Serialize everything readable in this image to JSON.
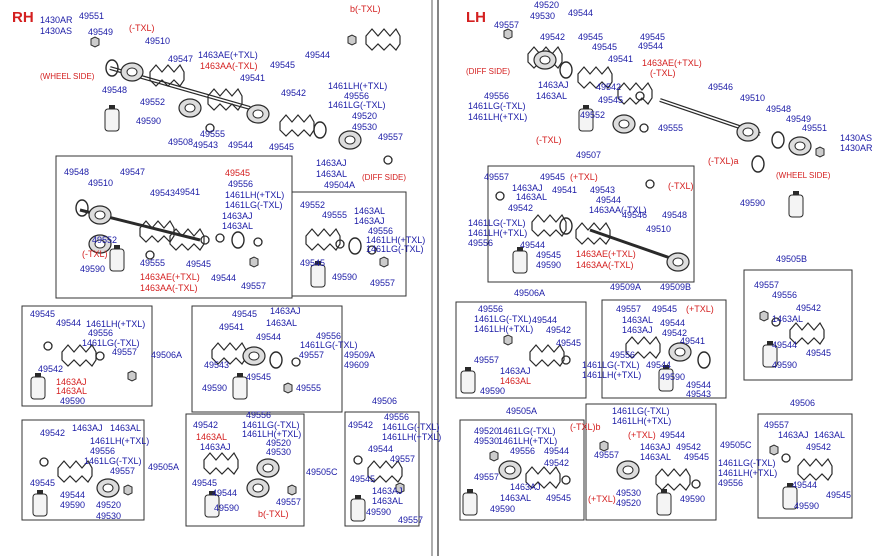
{
  "colors": {
    "blue": "#1a1aa6",
    "red": "#d42020",
    "line": "#333333",
    "part": "#2a2a2a",
    "bg": "#ffffff"
  },
  "icons": [
    "cv-joint-boot",
    "drive-shaft",
    "clamp-band",
    "grease-tube",
    "ring-seal",
    "snap-ring",
    "nut"
  ],
  "sides": {
    "rh": "RH",
    "lh": "LH"
  },
  "labels": {
    "a1": "(-TXL)",
    "a2": "b(-TXL)",
    "a3": "1430AR",
    "a4": "49551",
    "a5": "1430AS",
    "a6": "49549",
    "a7": "(WHEEL SIDE)",
    "a8": "49548",
    "a9": "49552",
    "a10": "49590",
    "a11": "49555",
    "a12": "49547",
    "a13": "1463AE(+TXL)",
    "a14": "1463AA(-TXL)",
    "a15": "49541",
    "a16": "49544",
    "a17": "49545",
    "a18": "49543",
    "a19": "49542",
    "a20": "1461LH(+TXL)",
    "a21": "1461LG(-TXL)",
    "a22": "49556",
    "a23": "49520",
    "a24": "49530",
    "a25": "49557",
    "a26": "1463AJ",
    "a27": "1463AL",
    "a28": "(DIFF SIDE)",
    "a29": "49504A",
    "a30": "49508",
    "a31": "49510",
    "b1": "49520",
    "b2": "49530",
    "b3": "49544",
    "b4": "49557",
    "b5": "49542",
    "b6": "49545",
    "b7": "49541",
    "b8": "(DIFF SIDE)",
    "b9": "1463AJ",
    "b10": "1463AL",
    "b11": "49556",
    "b12": "1461LG(-TXL)",
    "b13": "1461LH(+TXL)",
    "b14": "49552",
    "b15": "(-TXL)",
    "b16": "49546",
    "b17": "49510",
    "b18": "49548",
    "b19": "49549",
    "b20": "49551",
    "b21": "1430AS",
    "b22": "1430AR",
    "b23": "(WHEEL SIDE)",
    "b24": "49555",
    "b25": "(-TXL)a",
    "b26": "49590",
    "b27": "49507",
    "b28": "1463AE(+TXL)",
    "b29": "1463AA(-TXL)",
    "b30": "(-TXL)",
    "b31": "49543",
    "b32": "49505B",
    "b33": "49506A",
    "b34": "49509A",
    "b35": "49509B",
    "b36": "49505A",
    "b37": "49505C",
    "b38": "49506",
    "b39": "49609",
    "b40": "49506A",
    "b41": "49505A",
    "b42": "49505C",
    "b43": "49506",
    "b44": "(+TXL)",
    "b45": "(-TXL)b"
  }
}
